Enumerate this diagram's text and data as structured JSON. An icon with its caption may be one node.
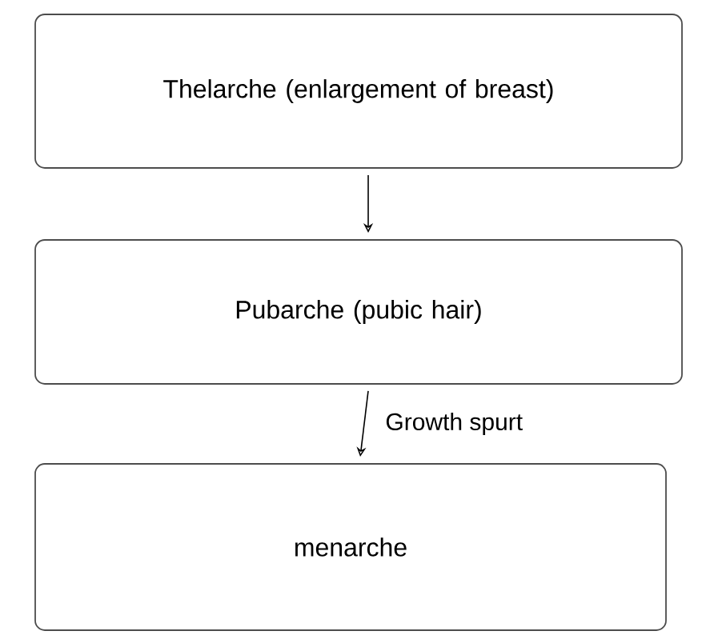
{
  "diagram": {
    "nodes": [
      {
        "text": [
          "Thelarche (enlargement of breast)"
        ]
      },
      {
        "text": [
          "Pubarche (pubic hair)"
        ]
      },
      {
        "text": [
          "menarche"
        ]
      }
    ],
    "edges": [
      {
        "from": 0,
        "to": 1,
        "arrow": "to"
      },
      {
        "from": 1,
        "to": 2,
        "arrow": "to",
        "label": "Growth spurt"
      }
    ]
  }
}
